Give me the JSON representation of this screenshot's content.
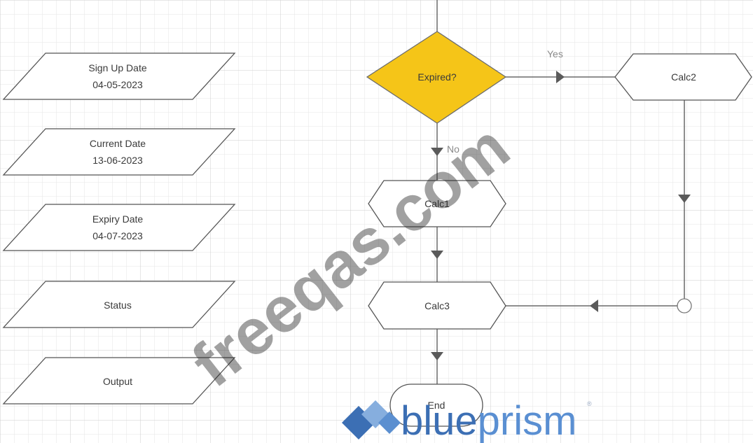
{
  "data_items": [
    {
      "label": "Sign Up Date",
      "value": "04-05-2023"
    },
    {
      "label": "Current Date",
      "value": "13-06-2023"
    },
    {
      "label": "Expiry Date",
      "value": "04-07-2023"
    },
    {
      "label": "Status",
      "value": ""
    },
    {
      "label": "Output",
      "value": ""
    }
  ],
  "flow": {
    "decision": "Expired?",
    "yes_label": "Yes",
    "no_label": "No",
    "calc1": "Calc1",
    "calc2": "Calc2",
    "calc3": "Calc3",
    "end": "End"
  },
  "colors": {
    "decision_fill": "#f5c518",
    "logo_blue": "#3c6fb4"
  },
  "watermark": "freeqas.com",
  "logo": {
    "part1": "blue",
    "part2": "prism",
    "reg": "®"
  }
}
